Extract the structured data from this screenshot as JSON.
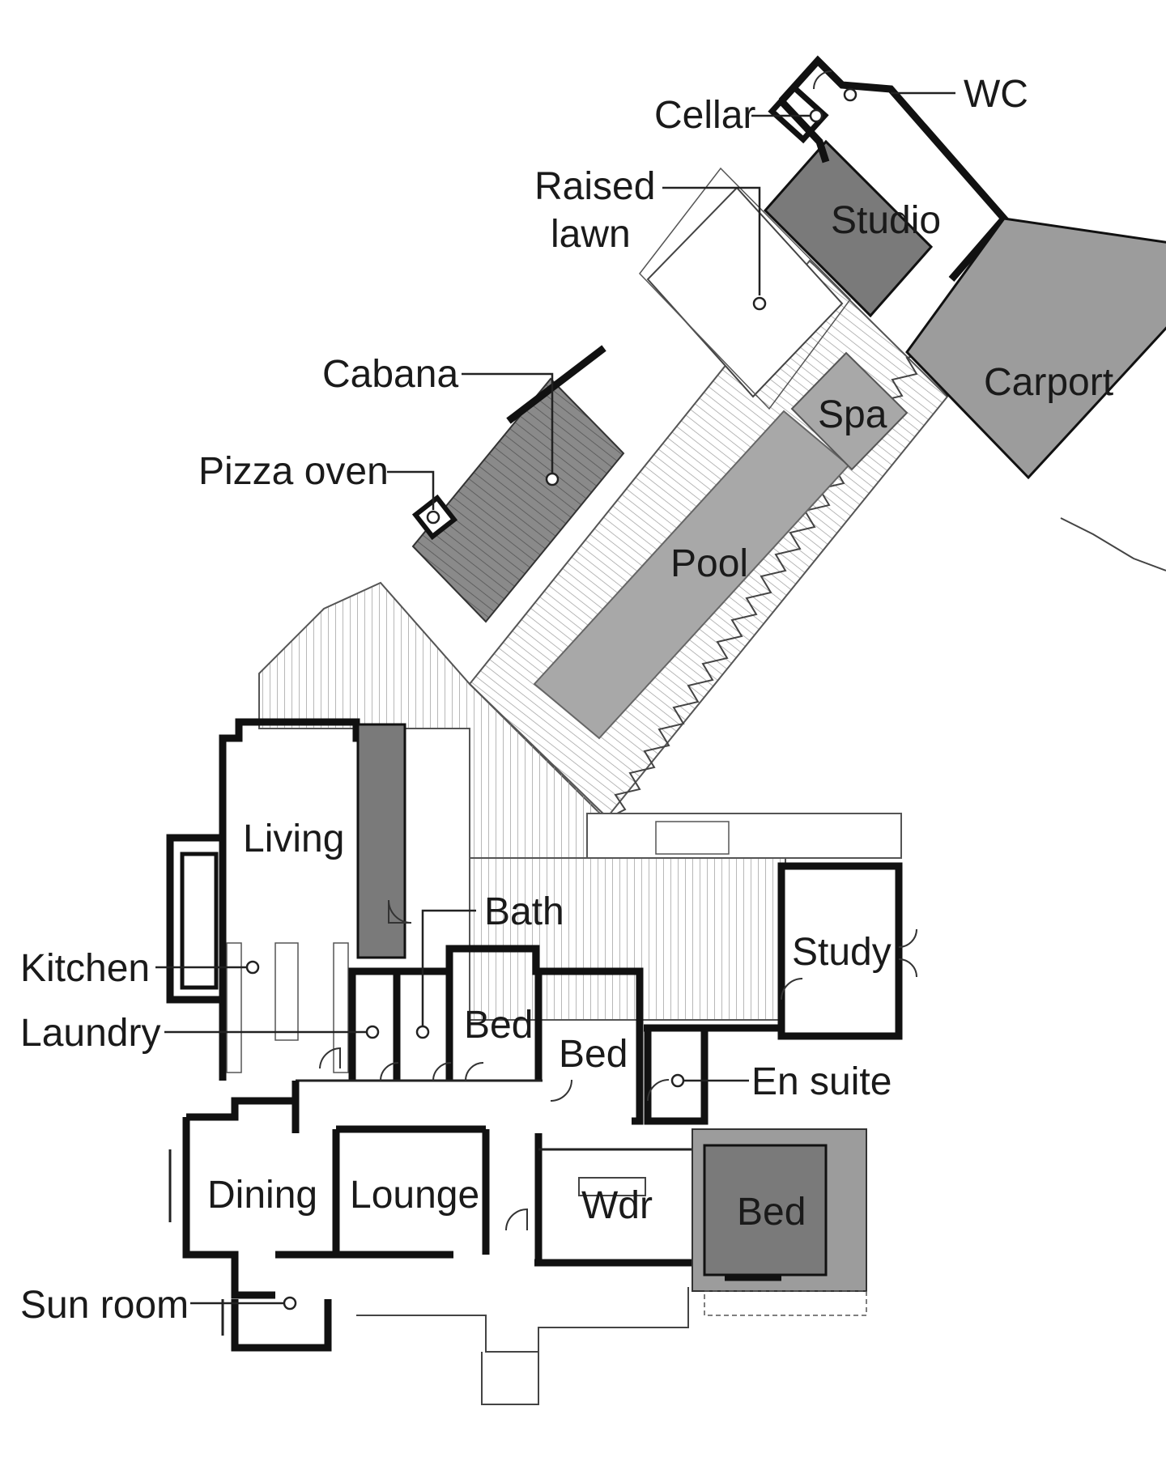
{
  "plan": {
    "labels": {
      "wc": "WC",
      "cellar": "Cellar",
      "raised_lawn_1": "Raised",
      "raised_lawn_2": "lawn",
      "studio": "Studio",
      "carport": "Carport",
      "cabana": "Cabana",
      "spa": "Spa",
      "pizza_oven": "Pizza oven",
      "pool": "Pool",
      "living": "Living",
      "bath": "Bath",
      "study": "Study",
      "kitchen": "Kitchen",
      "laundry": "Laundry",
      "bed_1": "Bed",
      "bed_2": "Bed",
      "en_suite": "En suite",
      "dining": "Dining",
      "lounge": "Lounge",
      "wdr": "Wdr",
      "bed_3": "Bed",
      "sun_room": "Sun room"
    },
    "colors": {
      "dark_fill": "#7a7a7a",
      "mid_fill": "#9c9c9c",
      "pool_fill": "#a8a8a8",
      "deck_line": "#9a9a9a",
      "wall": "#111111"
    }
  }
}
